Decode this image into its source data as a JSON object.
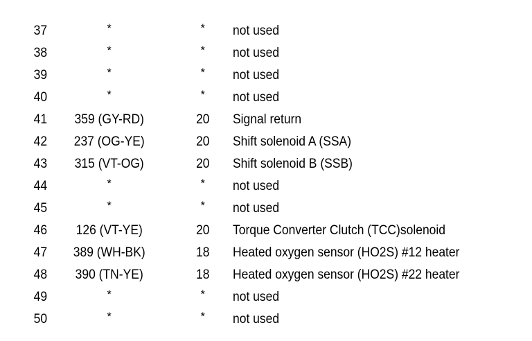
{
  "document": {
    "kind": "connector-pinout-table-fragment",
    "background_color": "#ffffff",
    "text_color": "#000000",
    "unused_marker": "*",
    "unused_description": "not used"
  },
  "table": {
    "columns": [
      {
        "key": "pin",
        "align": "right"
      },
      {
        "key": "circuit",
        "align": "center"
      },
      {
        "key": "gauge",
        "align": "center"
      },
      {
        "key": "description",
        "align": "left"
      }
    ],
    "rows": [
      {
        "pin": "37",
        "circuit": "*",
        "gauge": "*",
        "description": "not used"
      },
      {
        "pin": "38",
        "circuit": "*",
        "gauge": "*",
        "description": "not used"
      },
      {
        "pin": "39",
        "circuit": "*",
        "gauge": "*",
        "description": "not used"
      },
      {
        "pin": "40",
        "circuit": "*",
        "gauge": "*",
        "description": "not used"
      },
      {
        "pin": "41",
        "circuit": "359 (GY-RD)",
        "gauge": "20",
        "description": "Signal return"
      },
      {
        "pin": "42",
        "circuit": "237 (OG-YE)",
        "gauge": "20",
        "description": "Shift solenoid A (SSA)"
      },
      {
        "pin": "43",
        "circuit": "315 (VT-OG)",
        "gauge": "20",
        "description": "Shift solenoid B (SSB)"
      },
      {
        "pin": "44",
        "circuit": "*",
        "gauge": "*",
        "description": "not used"
      },
      {
        "pin": "45",
        "circuit": "*",
        "gauge": "*",
        "description": "not used"
      },
      {
        "pin": "46",
        "circuit": "126 (VT-YE)",
        "gauge": "20",
        "description": "Torque Converter Clutch (TCC)solenoid"
      },
      {
        "pin": "47",
        "circuit": "389 (WH-BK)",
        "gauge": "18",
        "description": "Heated oxygen sensor (HO2S) #12 heater"
      },
      {
        "pin": "48",
        "circuit": "390 (TN-YE)",
        "gauge": "18",
        "description": "Heated oxygen sensor (HO2S) #22 heater"
      },
      {
        "pin": "49",
        "circuit": "*",
        "gauge": "*",
        "description": "not used"
      },
      {
        "pin": "50",
        "circuit": "*",
        "gauge": "*",
        "description": "not used"
      }
    ]
  }
}
